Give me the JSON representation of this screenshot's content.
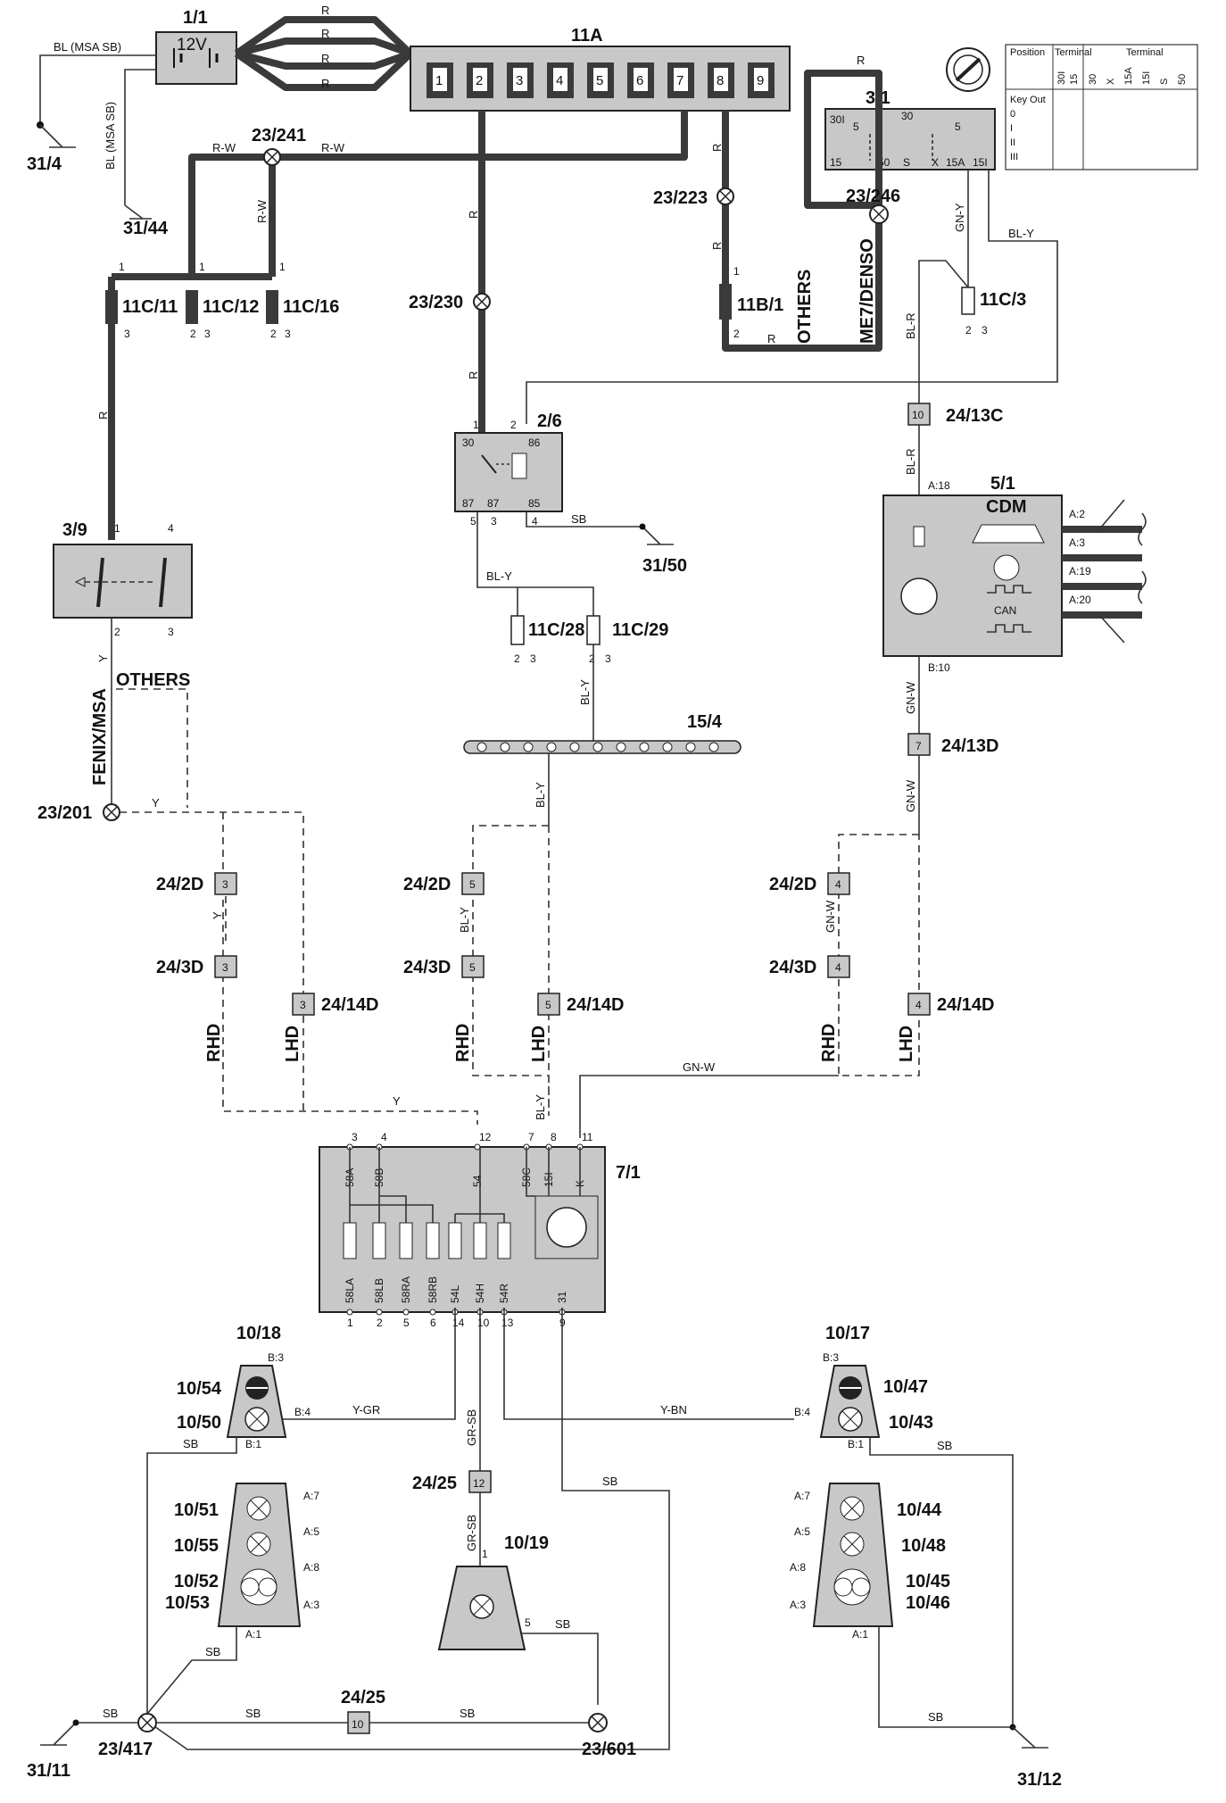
{
  "components": {
    "battery": {
      "id": "1/1",
      "voltage": "12V"
    },
    "fuse_box": {
      "id": "11A",
      "fuses": [
        "1",
        "2",
        "3",
        "4",
        "5",
        "6",
        "7",
        "8",
        "9"
      ]
    },
    "ignition_switch": {
      "id": "3/1",
      "pins": [
        "30I",
        "5",
        "30",
        "5",
        "15",
        "50",
        "S",
        "X",
        "15A",
        "15I"
      ]
    },
    "main_relay": {
      "id": "2/6",
      "pins": [
        "30",
        "86",
        "87",
        "87",
        "85"
      ]
    },
    "hazard_switch": {
      "id": "3/9"
    },
    "cdm": {
      "id": "5/1",
      "name": "CDM",
      "pins": [
        "A:18",
        "A:2",
        "A:3",
        "A:19",
        "A:20",
        "B:10"
      ],
      "can": "CAN"
    },
    "bulb_module": {
      "id": "7/1",
      "top_pins": [
        "3",
        "4",
        "12",
        "7",
        "8",
        "11"
      ],
      "top_labels": [
        "58A",
        "58B",
        "54",
        "58C",
        "15I",
        "K"
      ],
      "bottom_labels": [
        "58LA",
        "58LB",
        "58RA",
        "58RB",
        "54L",
        "54H",
        "54R",
        "31"
      ],
      "bottom_pins": [
        "1",
        "2",
        "5",
        "6",
        "14",
        "10",
        "13",
        "9"
      ]
    },
    "bus": {
      "id": "15/4"
    },
    "lamps_left_top": {
      "ids": [
        "10/18",
        "10/54",
        "10/50"
      ],
      "pins": [
        "B:3",
        "B:4",
        "B:1"
      ]
    },
    "lamps_left_bottom": {
      "ids": [
        "10/51",
        "10/55",
        "10/52",
        "10/53"
      ],
      "pins": [
        "A:7",
        "A:5",
        "A:8",
        "A:3",
        "A:1"
      ]
    },
    "lamps_right_top": {
      "ids": [
        "10/17",
        "10/47",
        "10/43"
      ],
      "pins": [
        "B:3",
        "B:4",
        "B:1"
      ]
    },
    "lamps_right_bottom": {
      "ids": [
        "10/44",
        "10/48",
        "10/45",
        "10/46"
      ],
      "pins": [
        "A:7",
        "A:5",
        "A:8",
        "A:3",
        "A:1"
      ]
    },
    "high_brake": {
      "id": "10/19",
      "pins": [
        "1",
        "5"
      ]
    }
  },
  "fuses": [
    "11C/11",
    "11C/12",
    "11C/16",
    "11B/1",
    "11C/3",
    "11C/28",
    "11C/29"
  ],
  "splices": [
    "23/241",
    "23/223",
    "23/246",
    "23/230",
    "23/201",
    "23/417",
    "23/601"
  ],
  "grounds": [
    "31/4",
    "31/44",
    "31/50",
    "31/11",
    "31/12"
  ],
  "connectors": {
    "c24_13C": {
      "id": "24/13C",
      "pin": "10"
    },
    "c24_13D": {
      "id": "24/13D",
      "pin": "7"
    },
    "c24_2D_a": {
      "id": "24/2D",
      "pin": "3"
    },
    "c24_3D_a": {
      "id": "24/3D",
      "pin": "3"
    },
    "c24_14D_a": {
      "id": "24/14D",
      "pin": "3"
    },
    "c24_2D_b": {
      "id": "24/2D",
      "pin": "5"
    },
    "c24_3D_b": {
      "id": "24/3D",
      "pin": "5"
    },
    "c24_14D_b": {
      "id": "24/14D",
      "pin": "5"
    },
    "c24_2D_c": {
      "id": "24/2D",
      "pin": "4"
    },
    "c24_3D_c": {
      "id": "24/3D",
      "pin": "4"
    },
    "c24_14D_c": {
      "id": "24/14D",
      "pin": "4"
    },
    "c24_25_a": {
      "id": "24/25",
      "pin": "12"
    },
    "c24_25_b": {
      "id": "24/25",
      "pin": "10"
    }
  },
  "wire_colors": {
    "bl_msa_sb": "BL (MSA SB)",
    "r": "R",
    "rw": "R-W",
    "bly": "BL-Y",
    "gny": "GN-Y",
    "blr": "BL-R",
    "gnw": "GN-W",
    "y": "Y",
    "ygr": "Y-GR",
    "grsb": "GR-SB",
    "ybn": "Y-BN",
    "sb": "SB"
  },
  "variants": {
    "others": "OTHERS",
    "me7": "ME7/DENSO",
    "fenix": "FENIX/MSA",
    "rhd": "RHD",
    "lhd": "LHD"
  },
  "ignition_table": {
    "header": [
      "Position",
      "Terminal",
      "Terminal"
    ],
    "rows": [
      "Key Out",
      "0",
      "I",
      "II",
      "III"
    ],
    "cols_a": [
      "30I",
      "15"
    ],
    "cols_b": [
      "30",
      "X",
      "15A",
      "15I",
      "S",
      "50"
    ]
  },
  "pin_numbers": {
    "one": "1",
    "two": "2",
    "three": "3",
    "four": "4",
    "five": "5"
  },
  "colors": {
    "box_fill": "#c8c8c8",
    "heavy_wire": "#3a3a3a"
  }
}
